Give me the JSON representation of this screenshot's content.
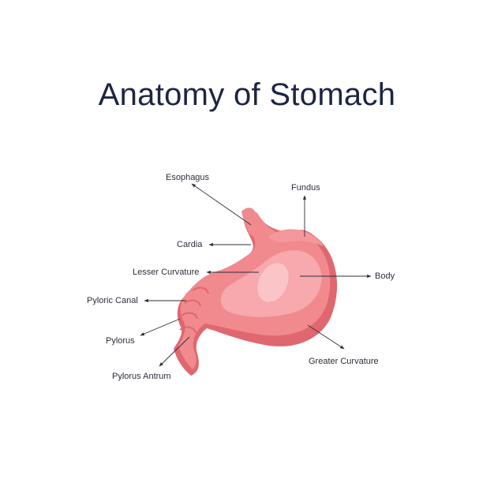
{
  "title": "Anatomy of Stomach",
  "labels": {
    "esophagus": "Esophagus",
    "fundus": "Fundus",
    "cardia": "Cardia",
    "lesser_curvature": "Lesser Curvature",
    "body": "Body",
    "pyloric_canal": "Pyloric Canal",
    "pylorus": "Pylorus",
    "greater_curvature": "Greater Curvature",
    "pylorus_antrum": "Pylorus Antrum"
  },
  "colors": {
    "title": "#1c2544",
    "stomach_base": "#f08a8f",
    "stomach_shadow": "#e0676f",
    "stomach_highlight": "#f7a9ad",
    "stomach_gloss": "#fbc5c8",
    "text": "#2b2f3a"
  }
}
